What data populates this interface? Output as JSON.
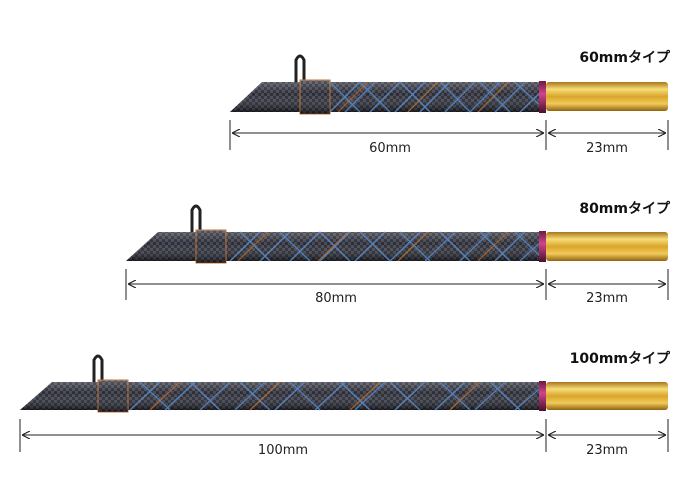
{
  "rows": [
    {
      "type_label": "60mmタイプ",
      "grip_length": "60mm",
      "tip_length": "23mm"
    },
    {
      "type_label": "80mmタイプ",
      "grip_length": "80mm",
      "tip_length": "23mm"
    },
    {
      "type_label": "100mmタイプ",
      "grip_length": "100mm",
      "tip_length": "23mm"
    }
  ],
  "colors": {
    "carbon_dark": "#1c1c24",
    "carbon_light": "#4a4e5c",
    "wrap_blue": "#5a8ccf",
    "wrap_orange": "#c7702e",
    "ring_magenta": "#b3306e",
    "gold": "#d9a52b",
    "gold_light": "#f6d66a",
    "dim_line": "#222222"
  }
}
